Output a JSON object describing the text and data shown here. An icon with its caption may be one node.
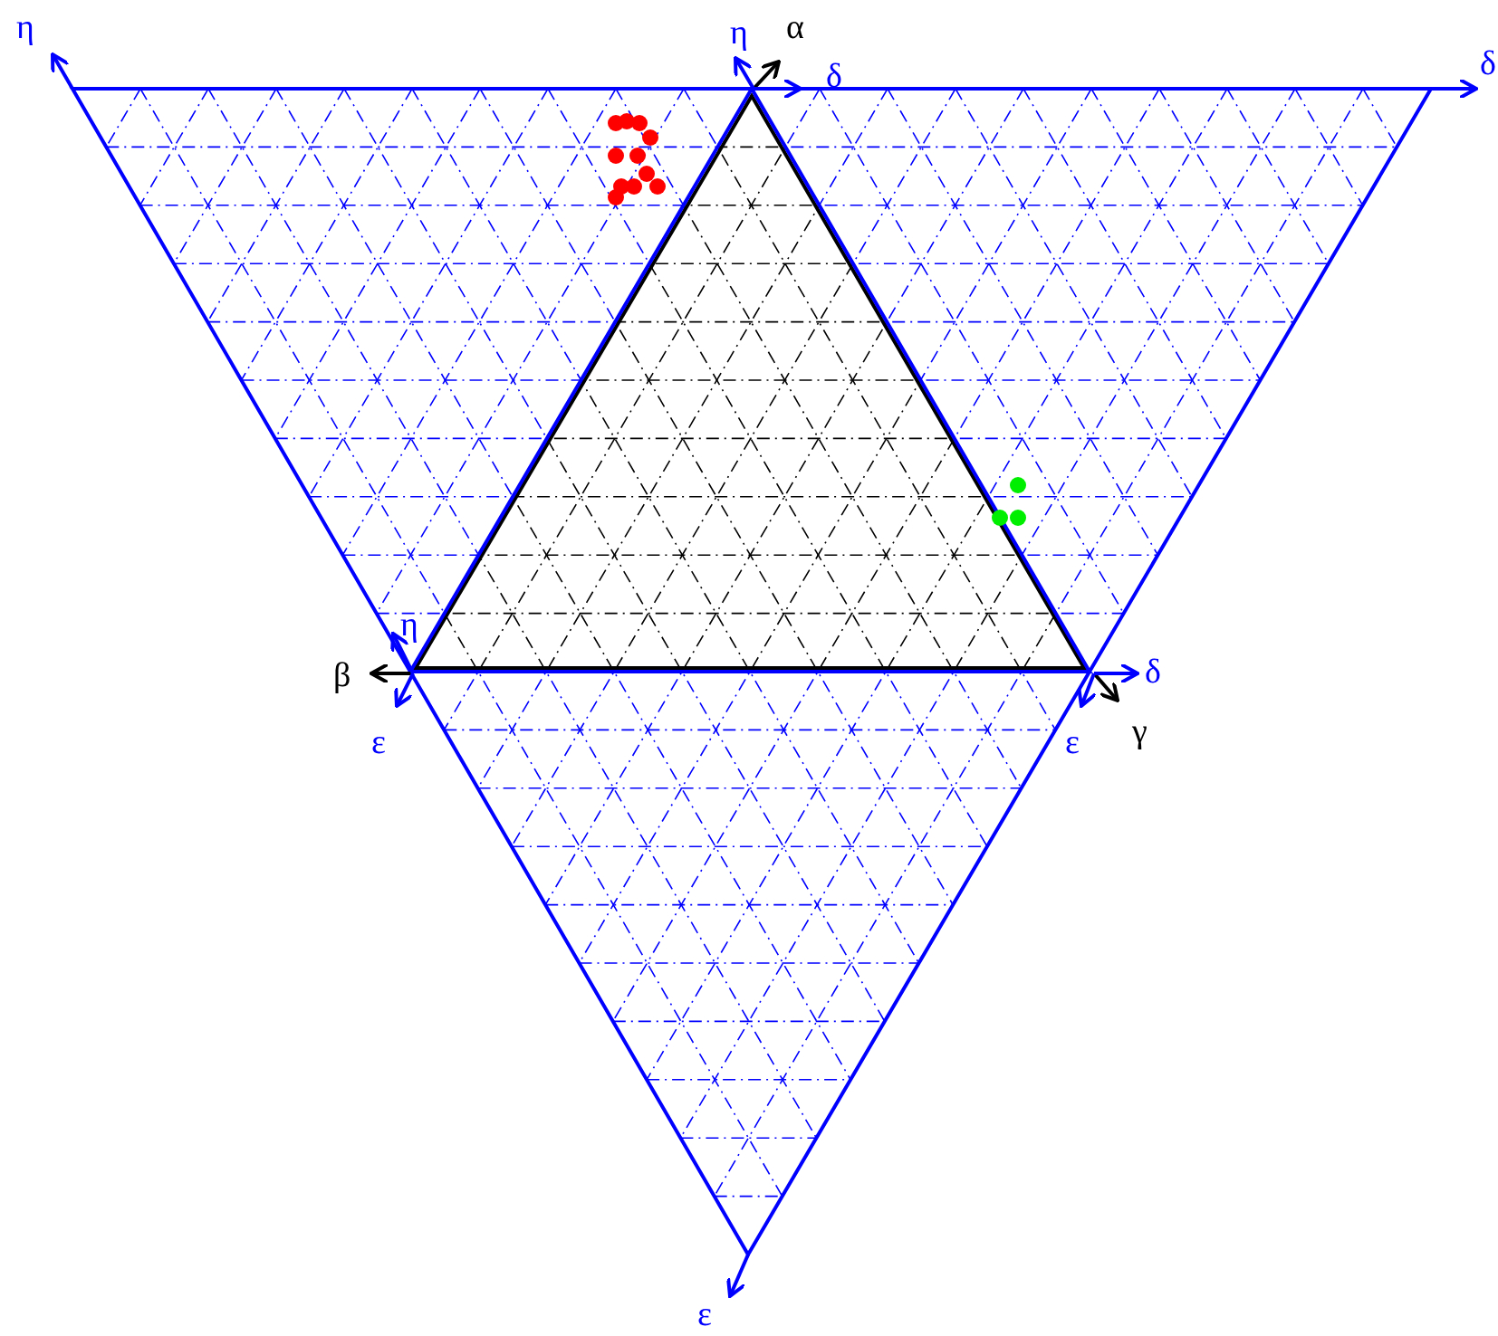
{
  "diagram": {
    "labels": [
      "η",
      "η",
      "α",
      "δ",
      "δ",
      "η",
      "β",
      "δ",
      "ε",
      "ε",
      "γ",
      "ε"
    ]
  }
}
